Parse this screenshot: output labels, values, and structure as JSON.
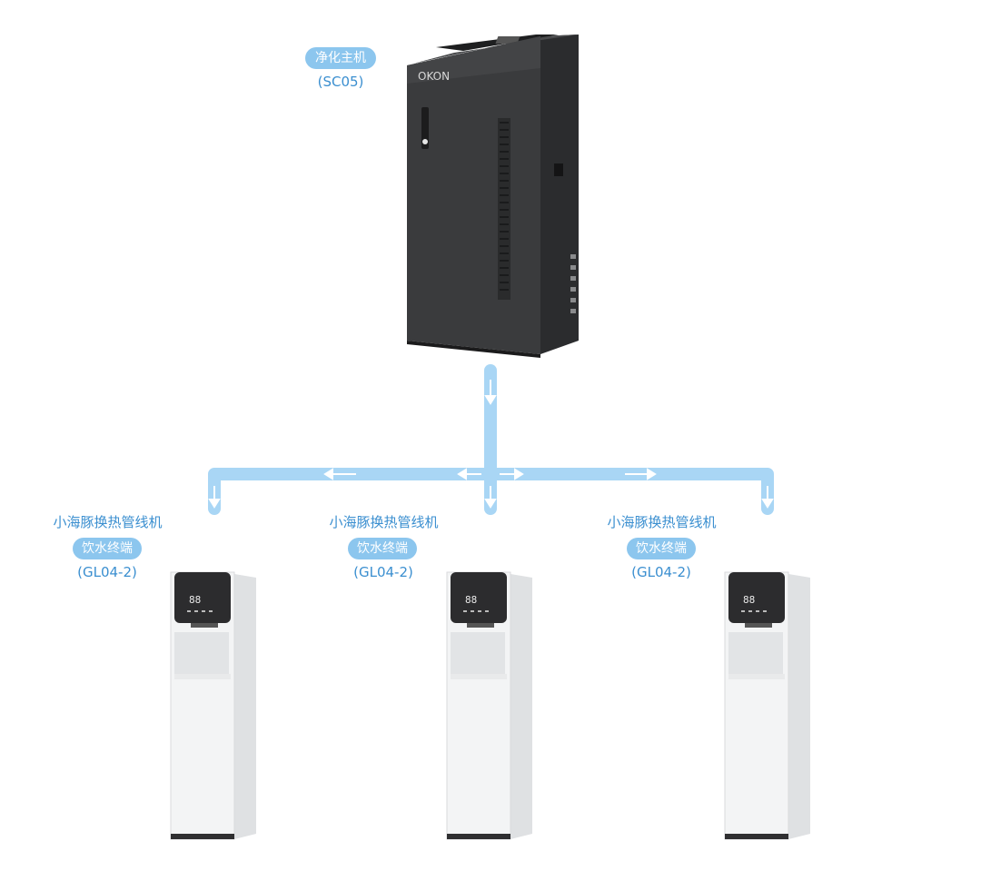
{
  "main_unit": {
    "name": "净化主机",
    "model": "(SC05)",
    "logo": "OKON",
    "body_color": "#3a3b3d"
  },
  "terminals": [
    {
      "title": "小海豚换热管线机",
      "type": "饮水终端",
      "model": "(GL04-2)",
      "display": "88"
    },
    {
      "title": "小海豚换热管线机",
      "type": "饮水终端",
      "model": "(GL04-2)",
      "display": "88"
    },
    {
      "title": "小海豚换热管线机",
      "type": "饮水终端",
      "model": "(GL04-2)",
      "display": "88"
    }
  ],
  "colors": {
    "pipe": "#a9d6f5",
    "text": "#3b8fd0",
    "pill": "#8cc6ee",
    "terminal_body": "#f3f4f5",
    "terminal_panel": "#2c2c2e"
  },
  "icons": [
    "flow-arrow-down-icon",
    "flow-arrow-left-icon",
    "flow-arrow-right-icon"
  ]
}
